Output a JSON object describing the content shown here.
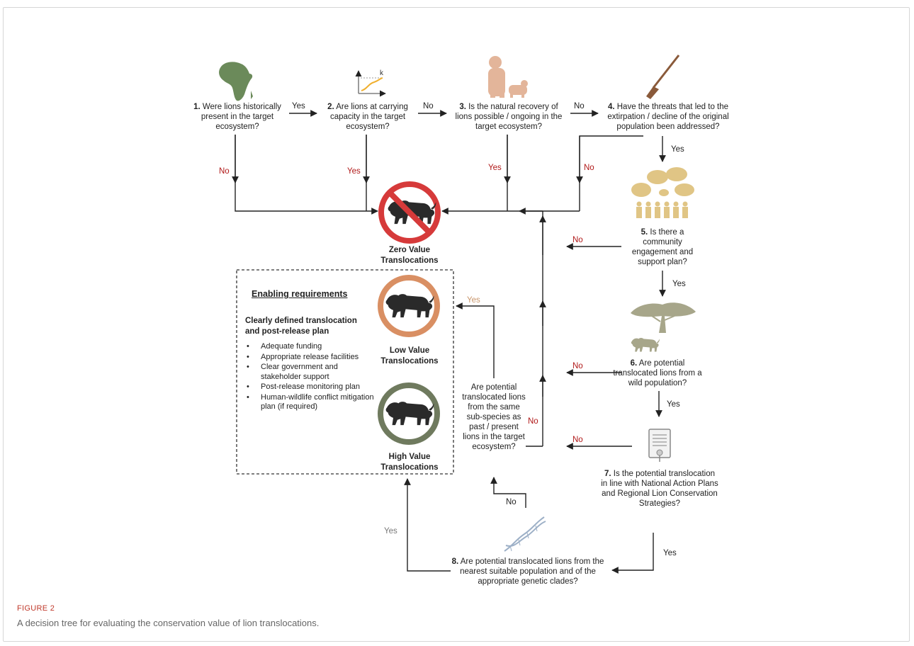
{
  "colors": {
    "arrow": "#222222",
    "no": "#b01818",
    "zero_circle": "#d63a3a",
    "low_circle": "#d98f63",
    "high_circle": "#6f7a5e",
    "africa": "#6b8a5a",
    "crowd": "#e0c585",
    "tree": "#a7a68a",
    "lion_cubs": "#e3b59a",
    "lion_dark": "#2a2a2a"
  },
  "questions": {
    "q1": {
      "num": "1.",
      "text": "Were lions historically present in the target ecosystem?"
    },
    "q2": {
      "num": "2.",
      "text": "Are lions at carrying capacity in the target ecosystem?"
    },
    "q3": {
      "num": "3.",
      "text": "Is the natural recovery of lions possible / ongoing in the target ecosystem?"
    },
    "q4": {
      "num": "4.",
      "text": "Have the threats that led to the extirpation / decline of the original population been addressed?"
    },
    "q5": {
      "num": "5.",
      "text": "Is there a community engagement and support plan?"
    },
    "q6": {
      "num": "6.",
      "text": "Are potential translocated lions from a wild population?"
    },
    "q7": {
      "num": "7.",
      "text": "Is the potential translocation in line with National Action Plans and Regional Lion Conservation Strategies?"
    },
    "q8": {
      "num": "8.",
      "text": "Are potential translocated lions from the nearest suitable population and of the appropriate genetic clades?"
    },
    "q9": {
      "text": "Are potential translocated lions from the same sub-species as past / present lions in the target ecosystem?"
    }
  },
  "edge_labels": {
    "yes": "Yes",
    "no": "No",
    "k": "k"
  },
  "outcomes": {
    "zero": "Zero Value Translocations",
    "low": "Low Value Translocations",
    "high": "High Value Translocations"
  },
  "requirements": {
    "title": "Enabling requirements",
    "subtitle": "Clearly defined translocation and post-release plan",
    "items": [
      "Adequate funding",
      "Appropriate release facilities",
      "Clear government and stakeholder support",
      "Post-release monitoring plan",
      "Human-wildlife conflict mitigation plan (if required)"
    ]
  },
  "caption": {
    "label": "FIGURE 2",
    "text": "A decision tree for evaluating the conservation value of lion translocations."
  }
}
